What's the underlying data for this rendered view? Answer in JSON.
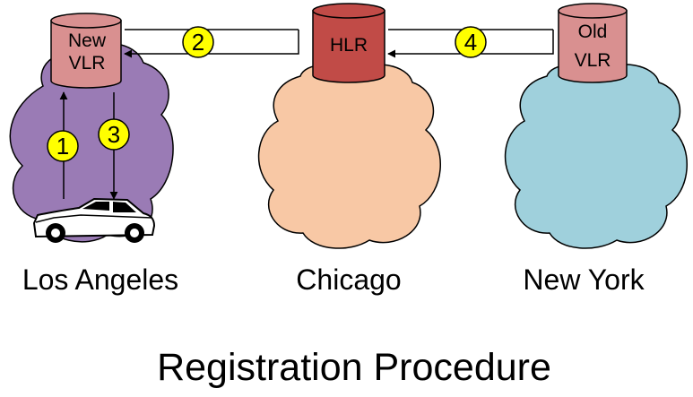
{
  "title": "Registration Procedure",
  "cities": [
    {
      "label": "Los Angeles",
      "cloud_color": "#9a7bb5"
    },
    {
      "label": "Chicago",
      "cloud_color": "#f8c8a5"
    },
    {
      "label": "New York",
      "cloud_color": "#9fd0dc"
    }
  ],
  "databases": {
    "new_vlr": {
      "line1": "New",
      "line2": "VLR",
      "color": "#d99090"
    },
    "hlr": {
      "line1": "HLR",
      "color": "#c14b47"
    },
    "old_vlr": {
      "line1": "Old",
      "line2": "VLR",
      "color": "#d99090"
    }
  },
  "steps": [
    {
      "number": "1"
    },
    {
      "number": "2"
    },
    {
      "number": "3"
    },
    {
      "number": "4"
    }
  ],
  "step_badge_color": "#ffff00",
  "icons": {
    "vehicle": "car-icon"
  }
}
